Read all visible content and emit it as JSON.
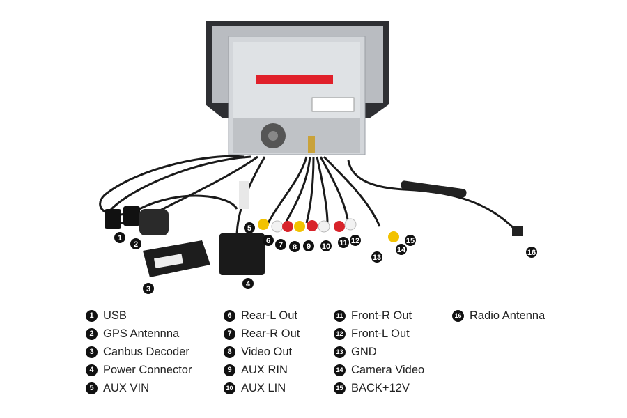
{
  "legend": [
    {
      "num": "1",
      "label": "USB"
    },
    {
      "num": "2",
      "label": "GPS Antennna"
    },
    {
      "num": "3",
      "label": "Canbus Decoder"
    },
    {
      "num": "4",
      "label": "Power Connector"
    },
    {
      "num": "5",
      "label": "AUX VIN"
    },
    {
      "num": "6",
      "label": "Rear-L Out"
    },
    {
      "num": "7",
      "label": "Rear-R Out"
    },
    {
      "num": "8",
      "label": "Video Out"
    },
    {
      "num": "9",
      "label": "AUX RIN"
    },
    {
      "num": "10",
      "label": "AUX LIN"
    },
    {
      "num": "11",
      "label": "Front-R Out"
    },
    {
      "num": "12",
      "label": "Front-L Out"
    },
    {
      "num": "13",
      "label": "GND"
    },
    {
      "num": "14",
      "label": "Camera Video"
    },
    {
      "num": "15",
      "label": "BACK+12V"
    },
    {
      "num": "16",
      "label": "Radio Antenna"
    }
  ],
  "colors": {
    "rca_red": "#d8232a",
    "rca_white": "#f2f2f2",
    "rca_yellow": "#f2c200",
    "label_red": "#e0202a",
    "body_grey": "#c9ccd0"
  }
}
